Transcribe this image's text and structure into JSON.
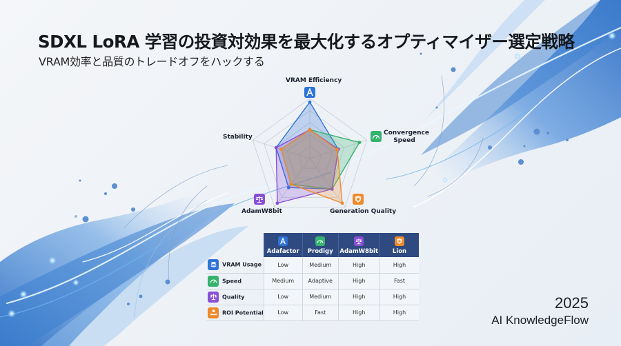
{
  "header": {
    "title": "SDXL LoRA 学習の投資対効果を最大化するオプティマイザー選定戦略",
    "subtitle": "VRAM効率と品質のトレードオフをハックする"
  },
  "footer": {
    "year": "2025",
    "brand": "AI KnowledgeFlow"
  },
  "colors": {
    "adafactor": "#2f73d6",
    "prodigy": "#36b36e",
    "adamw8bit": "#8a4fd6",
    "lion": "#ee8a2c",
    "table_header": "#2e4a80"
  },
  "radar": {
    "axes": [
      {
        "label": "VRAM Efficiency",
        "icon": "adafactor-a-icon"
      },
      {
        "label": "Convergence Speed",
        "label_line1": "Convergence",
        "label_line2": "Speed",
        "icon": "speedometer-icon"
      },
      {
        "label": "Generation Quality",
        "icon": "lion-shield-icon"
      },
      {
        "label": "AdamW8bit",
        "icon": "balance-scale-icon"
      },
      {
        "label": "Stability",
        "icon": null
      }
    ]
  },
  "table": {
    "columns": [
      {
        "label": "Adafactor",
        "icon": "adafactor-a-icon",
        "color": "#2f73d6"
      },
      {
        "label": "Prodigy",
        "icon": "speedometer-icon",
        "color": "#36b36e"
      },
      {
        "label": "AdamW8bit",
        "icon": "balance-scale-icon",
        "color": "#8a4fd6"
      },
      {
        "label": "Lion",
        "icon": "lion-shield-icon",
        "color": "#ee8a2c"
      }
    ],
    "rows": [
      {
        "label": "VRAM Usage",
        "icon": "database-icon",
        "color": "#2f73d6",
        "cells": [
          "Low",
          "Medium",
          "High",
          "High"
        ]
      },
      {
        "label": "Speed",
        "icon": "speedometer-icon",
        "color": "#36b36e",
        "cells": [
          "Medium",
          "Adaptive",
          "High",
          "Fast"
        ]
      },
      {
        "label": "Quality",
        "icon": "balance-scale-icon",
        "color": "#8a4fd6",
        "cells": [
          "Low",
          "Medium",
          "High",
          "High"
        ]
      },
      {
        "label": "ROI Potential",
        "icon": "hand-coin-icon",
        "color": "#ee8a2c",
        "cells": [
          "Low",
          "Fast",
          "High",
          "High"
        ]
      }
    ]
  },
  "chart_data": {
    "type": "radar",
    "title": "",
    "categories": [
      "VRAM Efficiency",
      "Convergence Speed",
      "Generation Quality",
      "AdamW8bit",
      "Stability"
    ],
    "rlim": [
      0,
      1
    ],
    "rings": 5,
    "grid": true,
    "legend": "none (series identified by icons and comparison table)",
    "series": [
      {
        "name": "Adafactor",
        "color": "#2f73d6",
        "values": [
          0.94,
          0.5,
          0.63,
          0.6,
          0.59
        ]
      },
      {
        "name": "Prodigy",
        "color": "#36b36e",
        "values": [
          0.48,
          0.87,
          0.63,
          0.53,
          0.5
        ]
      },
      {
        "name": "AdamW8bit",
        "color": "#8a4fd6",
        "values": [
          0.48,
          0.5,
          0.63,
          0.92,
          0.59
        ]
      },
      {
        "name": "Lion",
        "color": "#ee8a2c",
        "values": [
          0.48,
          0.48,
          0.92,
          0.53,
          0.5
        ]
      }
    ]
  }
}
